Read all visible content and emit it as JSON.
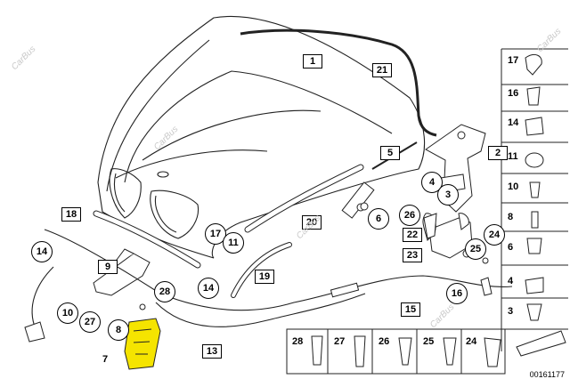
{
  "watermark": "CarBus",
  "document_number": "00161177",
  "callouts": [
    "1",
    "21",
    "5",
    "2",
    "4",
    "3",
    "6",
    "20",
    "26",
    "22",
    "23",
    "25",
    "24",
    "18",
    "14",
    "9",
    "17",
    "11",
    "19",
    "28",
    "10",
    "27",
    "16",
    "15",
    "8",
    "7",
    "13"
  ],
  "side_panel": [
    "17",
    "16",
    "14",
    "11",
    "10",
    "8",
    "6",
    "4",
    "3"
  ],
  "bottom_panel": [
    "28",
    "27",
    "26",
    "25",
    "24"
  ],
  "highlight_color": "#f5e400"
}
